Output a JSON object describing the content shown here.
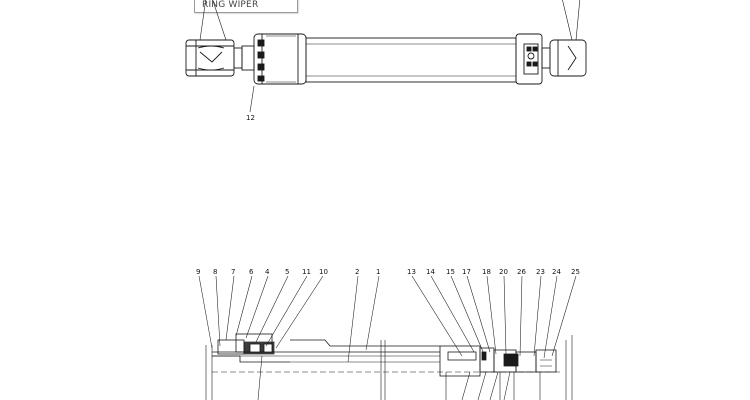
{
  "tooltip": {
    "text": "RING WIPER"
  },
  "top_view": {
    "callout": "12"
  },
  "section_view": {
    "part_labels": [
      "9",
      "8",
      "7",
      "6",
      "4",
      "5",
      "11",
      "10",
      "2",
      "1",
      "13",
      "14",
      "15",
      "17",
      "18",
      "20",
      "26",
      "23",
      "24",
      "25"
    ]
  }
}
